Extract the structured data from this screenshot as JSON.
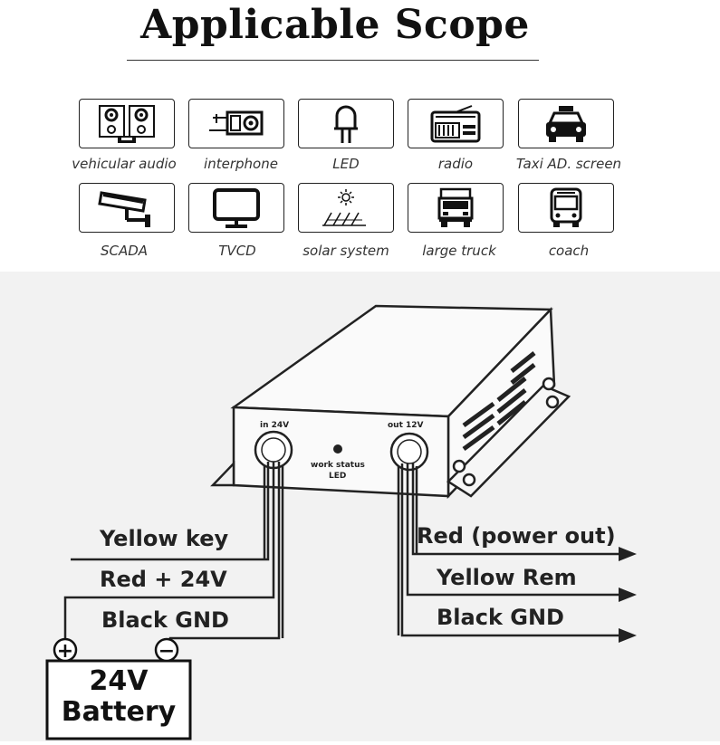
{
  "title": "Applicable Scope",
  "scope_items": [
    {
      "label": "vehicular audio",
      "icon": "speaker-icon"
    },
    {
      "label": "interphone",
      "icon": "interphone-icon"
    },
    {
      "label": "LED",
      "icon": "led-icon"
    },
    {
      "label": "radio",
      "icon": "radio-icon"
    },
    {
      "label": "Taxi AD. screen",
      "icon": "taxi-icon"
    },
    {
      "label": "SCADA",
      "icon": "camera-icon"
    },
    {
      "label": "TVCD",
      "icon": "monitor-icon"
    },
    {
      "label": "solar system",
      "icon": "solar-icon"
    },
    {
      "label": "large truck",
      "icon": "truck-icon"
    },
    {
      "label": "coach",
      "icon": "bus-icon"
    }
  ],
  "diagram": {
    "input_port_label": "in 24V",
    "output_port_label": "out 12V",
    "led_label_line1": "work status",
    "led_label_line2": "LED",
    "input_wires": [
      "Yellow key",
      "Red + 24V",
      "Black GND"
    ],
    "output_wires": [
      "Red (power out)",
      "Yellow Rem",
      "Black GND"
    ],
    "battery_line1": "24V",
    "battery_line2": "Battery",
    "plus_symbol": "+",
    "minus_symbol": "−"
  }
}
